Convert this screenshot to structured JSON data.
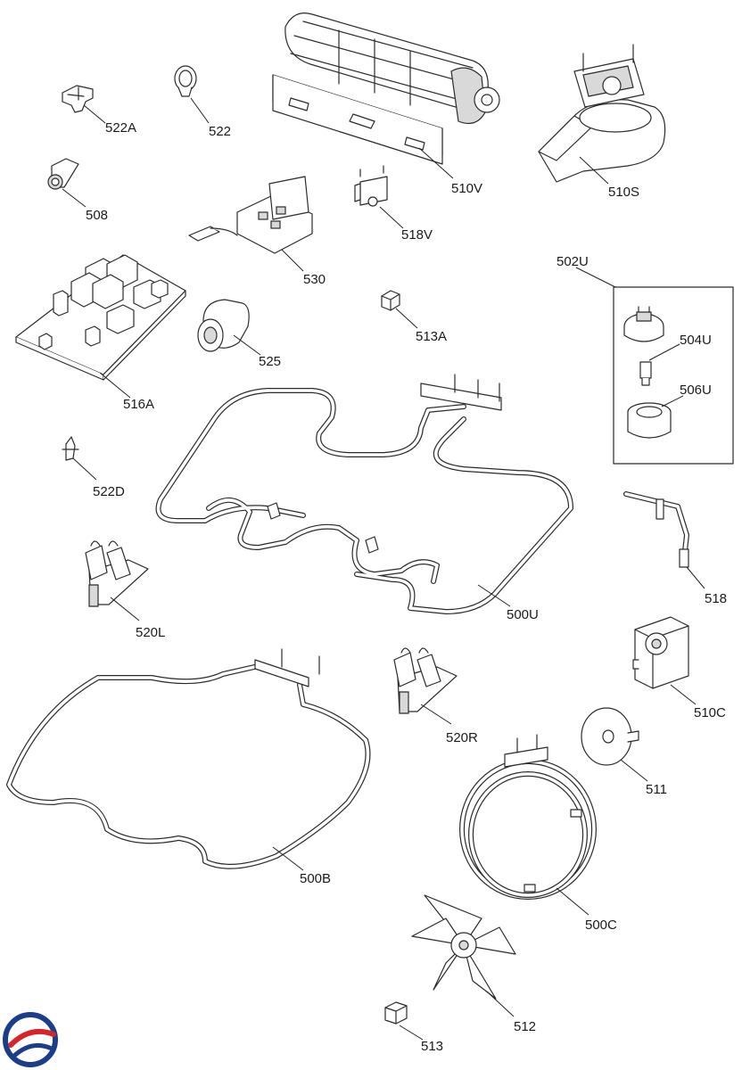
{
  "callouts": {
    "c522A": "522A",
    "c522": "522",
    "c510V": "510V",
    "c510S": "510S",
    "c508": "508",
    "c518V": "518V",
    "c530": "530",
    "c502U": "502U",
    "c504U": "504U",
    "c506U": "506U",
    "c513A": "513A",
    "c525": "525",
    "c516A": "516A",
    "c522D": "522D",
    "c518": "518",
    "c500U": "500U",
    "c520L": "520L",
    "c510C": "510C",
    "c520R": "520R",
    "c511": "511",
    "c500C": "500C",
    "c500B": "500B",
    "c512": "512",
    "c513": "513"
  },
  "logo": {
    "icon": "brand-logo-icon",
    "colors": [
      "#1a3e8c",
      "#d8232a"
    ]
  }
}
